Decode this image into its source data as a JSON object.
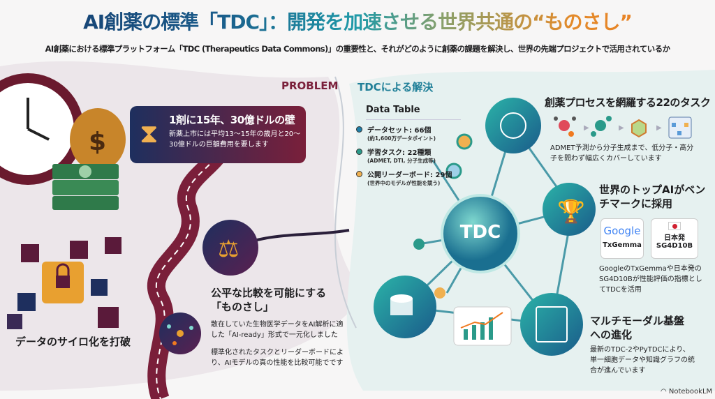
{
  "header": {
    "title": "AI創薬の標準「TDC」：開発を加速させる世界共通の“ものさし”",
    "subtitle": "AI創薬における標準プラットフォーム「TDC (Therapeutics Data Commons)」の重要性と、それがどのように創薬の課題を解決し、世界の先端プロジェクトで活用されているか"
  },
  "sections": {
    "problem": "PROBLEM",
    "solution": "TDCによる解決"
  },
  "colors": {
    "navy": "#15396b",
    "maroon": "#7a1f3a",
    "teal": "#1f9aa8",
    "orange": "#f07a20"
  },
  "problem": {
    "cost": {
      "title": "1剤に15年、30億ドルの壁",
      "desc": "新薬上市には平均13〜15年の歳月と20〜30億ドルの巨額費用を要します",
      "icon": "hourglass-icon"
    },
    "silo": {
      "title": "データのサイロ化を打破",
      "icon": "lock-cubes-icon"
    },
    "ruler": {
      "title": "公平な比較を可能にする「ものさし」",
      "desc1": "散在していた生物医学データをAI解析に適した「AI-ready」形式で一元化しました",
      "desc2": "標準化されたタスクとリーダーボードにより、AIモデルの真の性能を比較可能でです",
      "icon": "scale-icon"
    }
  },
  "data_table": {
    "title": "Data Table",
    "items": [
      {
        "label": "データセット: 66個",
        "sub": "(約1,600万データポイント)",
        "color": "#1f7fa8"
      },
      {
        "label": "学習タスク: 22種類",
        "sub": "(ADMET, DTI, 分子生成等)",
        "color": "#2a9a8a"
      },
      {
        "label": "公開リーダーボード: 29個",
        "sub": "(世界中のモデルが性能を競う)",
        "color": "#f0b050"
      }
    ]
  },
  "hub": {
    "label": "TDC"
  },
  "tasks": {
    "title": "創薬プロセスを網羅する22のタスク",
    "desc": "ADMET予測から分子生成まで、低分子・高分子を問わず幅広くカバーしています"
  },
  "benchmark": {
    "title": "世界のトップAIがベンチマークに採用",
    "cards": [
      {
        "logo": "Google",
        "name": "TxGemma"
      },
      {
        "line1": "日本発",
        "name": "SG4D10B"
      }
    ],
    "desc": "GoogleのTxGemmaや日本発のSG4D10Bが性能評価の指標としてTDCを活用"
  },
  "multimodal": {
    "title": "マルチモーダル基盤への進化",
    "desc": "最新のTDC-2やPyTDCにより、単一細胞データや知識グラフの統合が進んでいます"
  },
  "footer": {
    "brand": "NotebookLM"
  }
}
